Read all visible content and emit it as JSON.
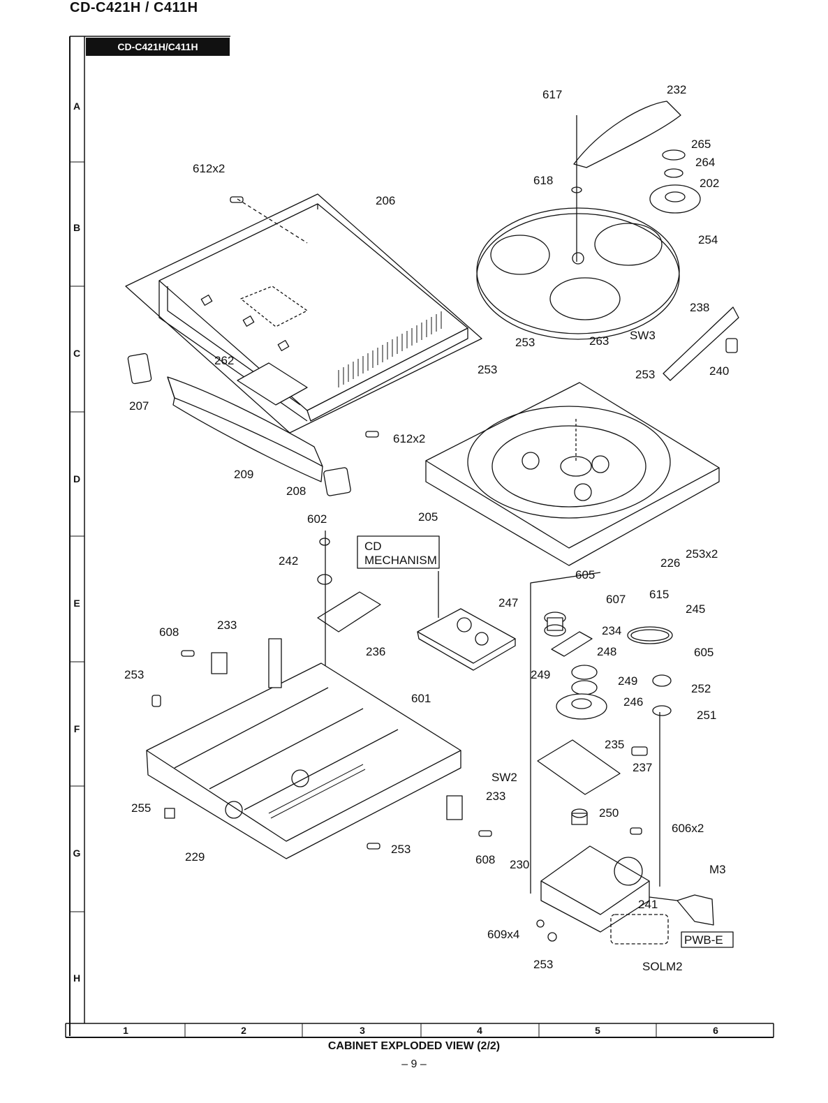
{
  "header": {
    "title": "CD-C421H / C411H",
    "model_badge": "CD-C421H/C411H"
  },
  "grid": {
    "rows": [
      "A",
      "B",
      "C",
      "D",
      "E",
      "F",
      "G",
      "H"
    ],
    "columns": [
      "1",
      "2",
      "3",
      "4",
      "5",
      "6"
    ]
  },
  "labels": {
    "p617": "617",
    "p232": "232",
    "p265": "265",
    "p264": "264",
    "p618": "618",
    "p202": "202",
    "p612a": "612x2",
    "p206": "206",
    "p254": "254",
    "p238": "238",
    "p253a": "253",
    "p263": "263",
    "sw3": "SW3",
    "p253b": "253",
    "p253c": "253",
    "p240": "240",
    "p262": "262",
    "p207": "207",
    "p612b": "612x2",
    "p209": "209",
    "p208": "208",
    "p205": "205",
    "p602": "602",
    "cd1": "CD",
    "cd2": "MECHANISM",
    "p242": "242",
    "p226": "226",
    "p253x2": "253x2",
    "p605a": "605",
    "p615": "615",
    "p247": "247",
    "p607": "607",
    "p245": "245",
    "p234": "234",
    "p233a": "233",
    "p608a": "608",
    "p236": "236",
    "p248": "248",
    "p605b": "605",
    "p253d": "253",
    "p249a": "249",
    "p249b": "249",
    "p252": "252",
    "p601": "601",
    "p246": "246",
    "p251": "251",
    "p235": "235",
    "p237": "237",
    "sw2": "SW2",
    "p233b": "233",
    "p255": "255",
    "p250": "250",
    "p606": "606x2",
    "p229": "229",
    "p253e": "253",
    "p608b": "608",
    "p230": "230",
    "m3": "M3",
    "p241": "241",
    "pwbe": "PWB-E",
    "p609": "609x4",
    "p253f": "253",
    "solm2": "SOLM2"
  },
  "footer": {
    "caption": "CABINET  EXPLODED VIEW (2/2)",
    "page": "– 9 –"
  }
}
